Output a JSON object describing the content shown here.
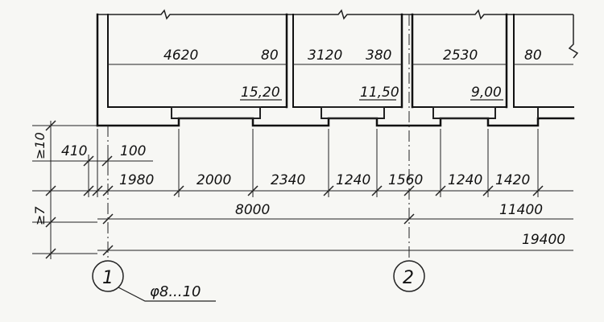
{
  "plan": {
    "room_dims": {
      "r1": "4620",
      "r1b": "80",
      "r2": "3120",
      "r2b": "380",
      "r3": "2530",
      "r3b": "80"
    },
    "room_areas": {
      "a1": "15,20",
      "a2": "11,50",
      "a3": "9,00"
    }
  },
  "dimensions": {
    "vertical_min_1": "≥10",
    "vertical_min_2": "≥7",
    "offset_410": "410",
    "offset_100": "100",
    "chain": [
      "1980",
      "2000",
      "2340",
      "1240",
      "1560",
      "1240",
      "1420"
    ],
    "span_1": "8000",
    "span_2": "11400",
    "overall": "19400"
  },
  "axes": {
    "axis_1": "1",
    "axis_2": "2"
  },
  "callout": {
    "diameter": "φ8...10"
  }
}
